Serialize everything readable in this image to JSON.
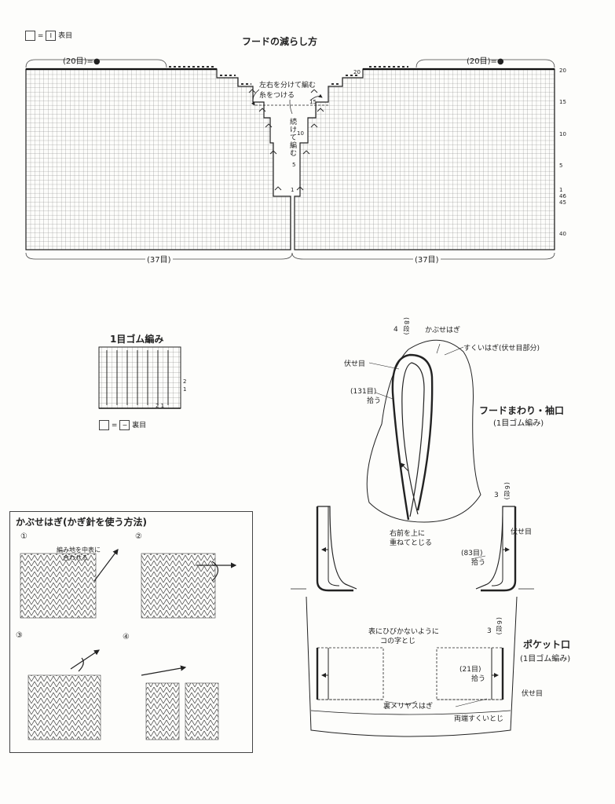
{
  "top_legend": {
    "sym": "I",
    "eq": "=",
    "label": "表目"
  },
  "hood": {
    "title": "フードの減らし方",
    "left_count": "(20目)=",
    "right_count": "(20目)=",
    "bottom_left": "(37目)",
    "bottom_right": "(37目)",
    "note_split": "左右を分けて編む",
    "note_thread": "糸をつける",
    "note_continue": "続けて編む",
    "row_labels": [
      "20",
      "15",
      "10",
      "5",
      "1",
      "46",
      "45",
      "40"
    ],
    "inner_labels": [
      "20",
      "15",
      "10",
      "5",
      "1"
    ]
  },
  "rib_chart": {
    "title": "1目ゴム編み",
    "legend_eq": "=",
    "legend_sym": "−",
    "legend_label": "裏目",
    "num_1": "1",
    "num_2": "2",
    "num_21": "2 1"
  },
  "hood_diagram": {
    "rows_top_num": "4",
    "rows_top_paren": "(8段)",
    "kabuse": "かぶせはぎ",
    "sukui": "すくいはぎ(伏せ目部分)",
    "fuseme": "伏せ目",
    "pickup_131_a": "(131目)",
    "pickup_131_b": "拾う",
    "label_title": "フードまわり・袖口",
    "label_sub": "(1目ゴム編み)",
    "overlap_a": "右前を上に",
    "overlap_b": "重ねてとじる",
    "sleeve_rows_num": "3",
    "sleeve_rows_paren": "(6段)",
    "sleeve_fuseme": "伏せ目",
    "pickup_83_a": "(83目)",
    "pickup_83_b": "拾う",
    "pocket_note_a": "表にひびかないように",
    "pocket_note_b": "コの字とじ",
    "ura_hagi": "裏メリヤスはぎ",
    "pocket_title": "ポケット口",
    "pocket_sub": "(1目ゴム編み)",
    "pocket_rows_num": "3",
    "pocket_rows_paren": "(6段)",
    "pickup_21_a": "(21目)",
    "pickup_21_b": "拾う",
    "pocket_fuseme": "伏せ目",
    "both_ends": "両端すくいとじ"
  },
  "kabuse_box": {
    "title": "かぶせはぎ(かぎ針を使う方法)",
    "step1": "①",
    "step2": "②",
    "step3": "③",
    "step4": "④",
    "note_a": "編み地を中表に",
    "note_b": "合わせる"
  }
}
